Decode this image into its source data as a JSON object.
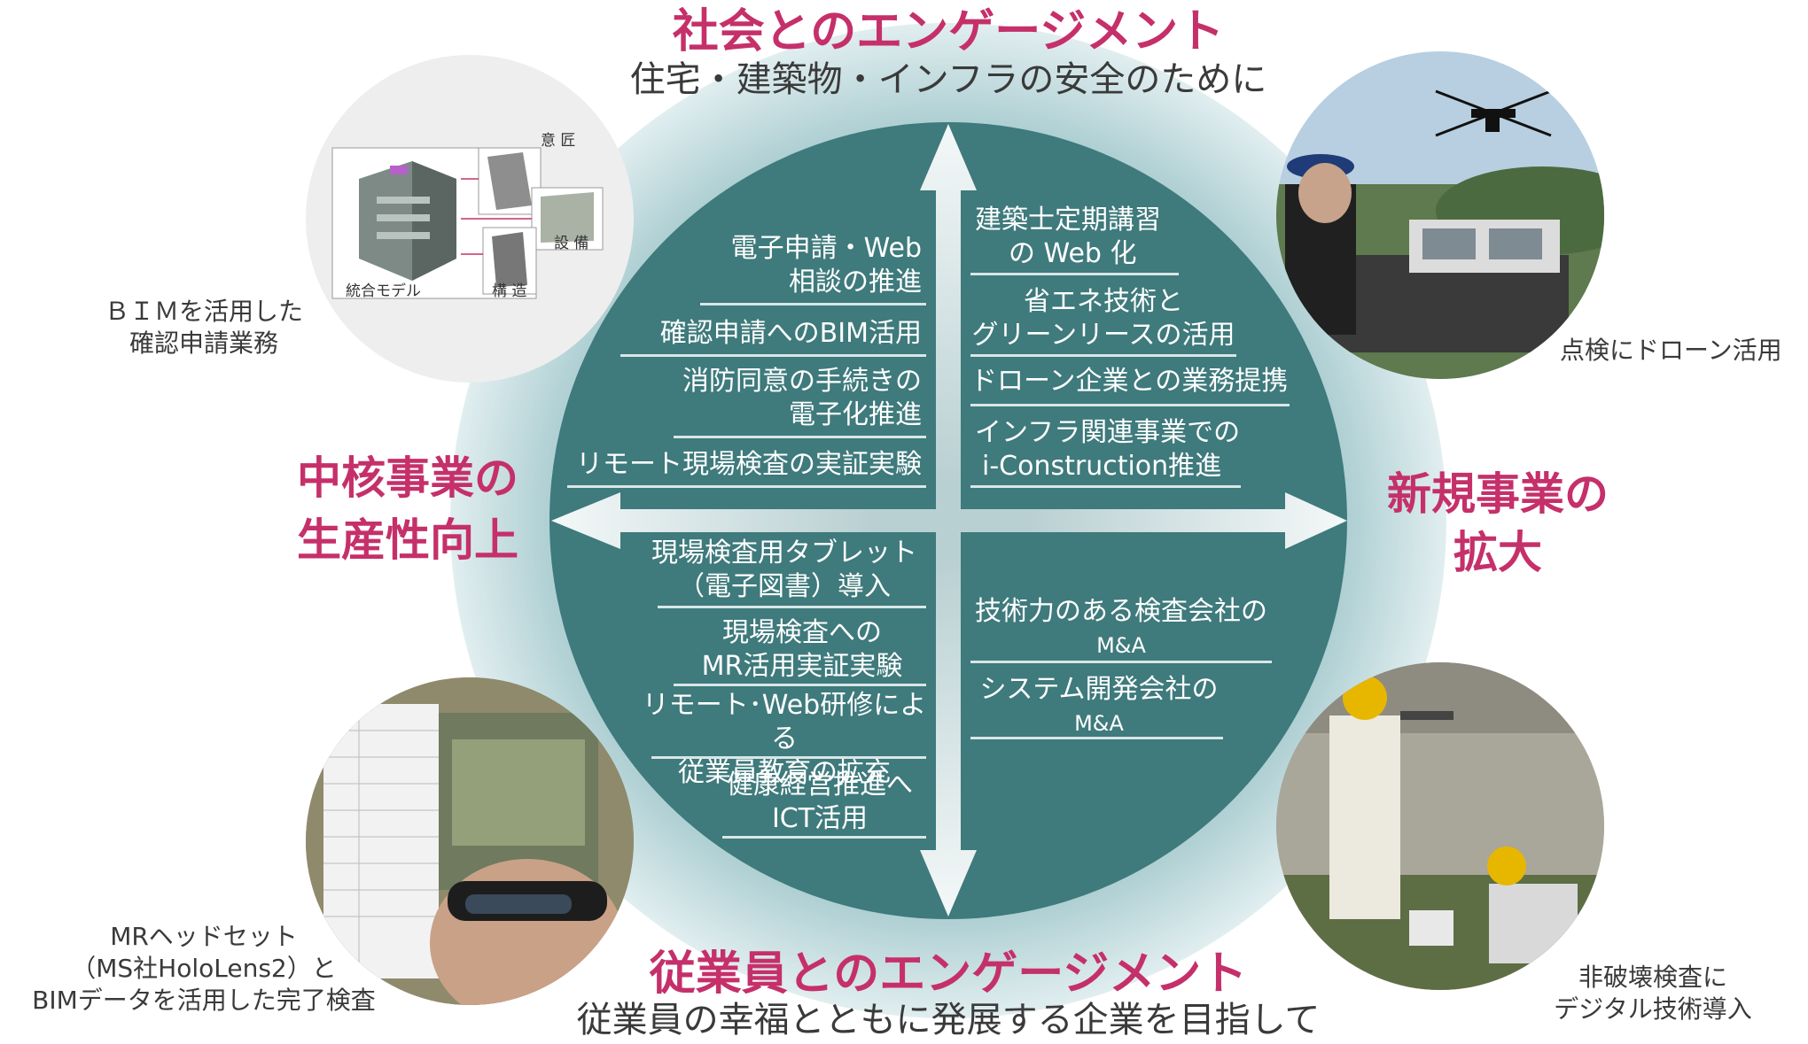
{
  "top": {
    "title": "社会とのエンゲージメント",
    "subtitle": "住宅・建築物・インフラの安全のために"
  },
  "bottom": {
    "title": "従業員とのエンゲージメント",
    "subtitle": "従業員の幸福とともに発展する企業を目指して"
  },
  "left": {
    "line1": "中核事業の",
    "line2": "生産性向上"
  },
  "right": {
    "line1": "新規事業の",
    "line2": "拡大"
  },
  "quadrants": {
    "top_left": [
      {
        "lines": [
          "電子申請・Web",
          "相談の推進"
        ]
      },
      {
        "lines": [
          "確認申請へのBIM活用"
        ]
      },
      {
        "lines": [
          "消防同意の手続きの",
          "電子化推進"
        ]
      },
      {
        "lines": [
          "リモート現場検査の実証実験"
        ]
      }
    ],
    "top_right": [
      {
        "lines": [
          "建築士定期講習",
          "の Web 化"
        ]
      },
      {
        "lines": [
          "省エネ技術と",
          "グリーンリースの活用"
        ]
      },
      {
        "lines": [
          "ドローン企業との業務提携"
        ]
      },
      {
        "lines": [
          "インフラ関連事業での",
          "i-Construction推進"
        ]
      }
    ],
    "bottom_left": [
      {
        "lines": [
          "現場検査用タブレット",
          "（電子図書）導入"
        ]
      },
      {
        "lines": [
          "現場検査への",
          "MR活用実証実験"
        ]
      },
      {
        "lines": [
          "リモート･Web研修による",
          "従業員教育の拡充"
        ]
      },
      {
        "lines": [
          "健康経営推進へ",
          "ICT活用"
        ]
      }
    ],
    "bottom_right": [
      {
        "lines": [
          "技術力のある検査会社の",
          "M&A"
        ]
      },
      {
        "lines": [
          "システム開発会社の",
          "M&A"
        ]
      }
    ]
  },
  "photos": {
    "bim": {
      "caption": [
        "ＢＩＭを活用した",
        "確認申請業務"
      ],
      "labels": {
        "design": "意 匠",
        "equipment": "設 備",
        "structure": "構 造",
        "integrated": "統合モデル"
      }
    },
    "drone": {
      "caption": [
        "点検にドローン活用"
      ]
    },
    "mr": {
      "caption": [
        "MRヘッドセット",
        "（MS社HoloLens2）と",
        "BIMデータを活用した完了検査"
      ]
    },
    "ndt": {
      "caption": [
        "非破壊検査に",
        "デジタル技術導入"
      ]
    }
  },
  "colors": {
    "accent": "#c5306a",
    "inner_circle": "#3f7a7c",
    "outer_halo": "#cfe2e5",
    "text": "#333333"
  }
}
